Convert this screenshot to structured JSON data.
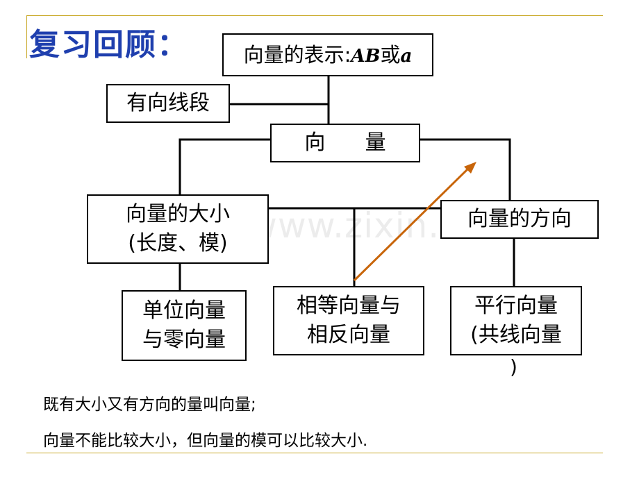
{
  "title": "复习回顾：",
  "nodes": {
    "representation": {
      "text": "向量的表示:",
      "ab": "AB",
      "or": "或",
      "a": "a"
    },
    "directed_segment": "有向线段",
    "vector": "向      量",
    "magnitude": {
      "line1": "向量的大小",
      "line2": "(长度、模)"
    },
    "direction": "向量的方向",
    "unit_zero": {
      "line1": "单位向量",
      "line2": "与零向量"
    },
    "equal_opposite": {
      "line1": "相等向量与",
      "line2": "相反向量"
    },
    "parallel": {
      "line1": "平行向量",
      "line2": "(共线向量",
      "line3": ")"
    }
  },
  "notes": [
    "既有大小又有方向的量叫向量;",
    "向量不能比较大小，但向量的模可以比较大小."
  ],
  "watermark": "www.zixin.com.cn",
  "colors": {
    "title": "#1f3fae",
    "rule": "#c9a928",
    "arrow": "#c8650a"
  }
}
